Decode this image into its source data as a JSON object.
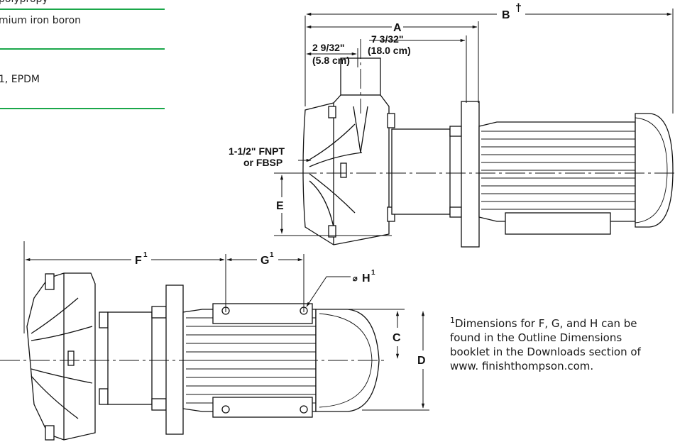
{
  "colors": {
    "accent": "#1aa74a",
    "line": "#1a1a1a",
    "fill": "#ffffff"
  },
  "spec_table": {
    "row_top_partial": "polypropy",
    "row_magnet": "mium iron boron",
    "row_seal": "1, EPDM"
  },
  "dimensions": {
    "A": "A",
    "B": "B",
    "B_mark": "†",
    "E": "E",
    "C": "C",
    "D": "D",
    "F": "F",
    "G": "G",
    "H": "H",
    "sup1": "1",
    "dia_symbol": "⌀",
    "dim1_in": "2 9/32\"",
    "dim1_cm": "(5.8 cm)",
    "dim2_in": "7 3/32\"",
    "dim2_cm": "(18.0 cm)",
    "port_line1": "1-1/2\" FNPT",
    "port_line2": "or FBSP"
  },
  "footnote": {
    "marker": "1",
    "text": "Dimensions for F, G, and H can be found in the Outline Dimensions booklet in the Downloads section of www. finishthompson.com."
  }
}
